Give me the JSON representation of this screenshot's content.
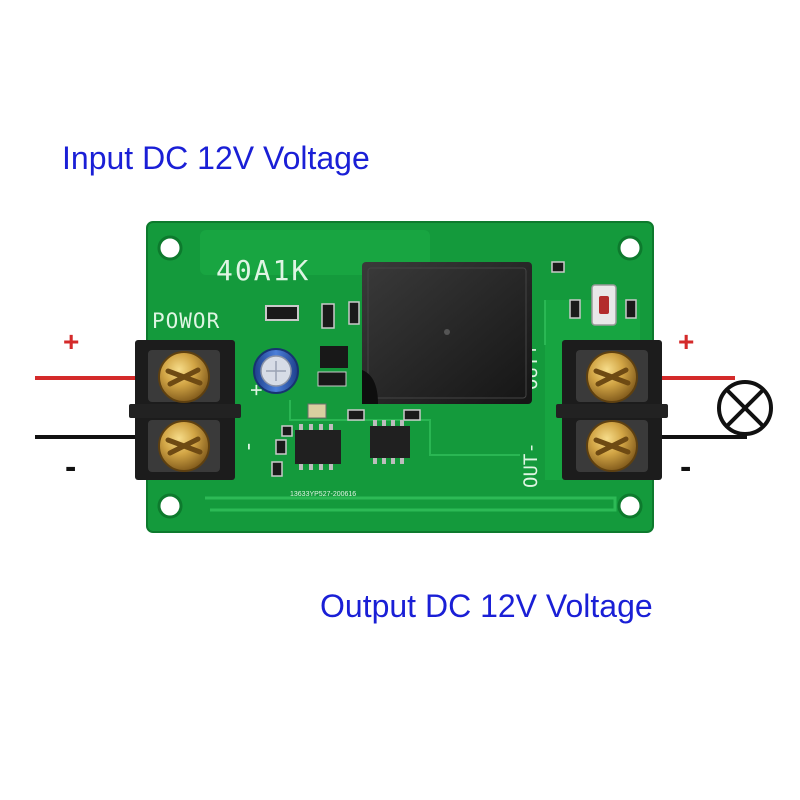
{
  "captions": {
    "input": "Input DC 12V Voltage",
    "output": "Output DC 12V Voltage"
  },
  "signs": {
    "input_plus": "+",
    "input_minus": "-",
    "output_plus": "+",
    "output_minus": "-"
  },
  "board": {
    "model": "40A1K",
    "power_label": "POWOR",
    "in_plus": "+",
    "in_minus": "-",
    "out_plus": "OUT+",
    "out_minus": "OUT-",
    "serial": "13633YP527-200616"
  },
  "colors": {
    "caption_text": "#1a1fd6",
    "pcb_green": "#149a3c",
    "wire_red": "#d42a2a",
    "wire_black": "#111111"
  },
  "icons": [
    "lamp-icon",
    "screw-terminal-icon",
    "relay-icon",
    "capacitor-icon",
    "chip-icon"
  ]
}
